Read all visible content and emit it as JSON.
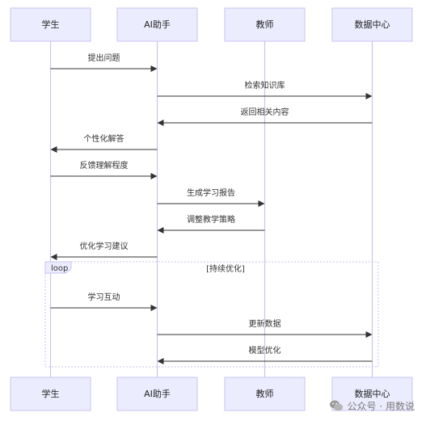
{
  "diagram": {
    "actors": [
      {
        "id": "student",
        "label": "学生"
      },
      {
        "id": "ai",
        "label": "AI助手"
      },
      {
        "id": "teacher",
        "label": "教师"
      },
      {
        "id": "data",
        "label": "数据中心"
      }
    ],
    "messages": [
      {
        "from": "student",
        "to": "ai",
        "label": "提出问题",
        "style": "solid"
      },
      {
        "from": "ai",
        "to": "data",
        "label": "检索知识库",
        "style": "solid"
      },
      {
        "from": "data",
        "to": "ai",
        "label": "返回相关内容",
        "style": "solid"
      },
      {
        "from": "ai",
        "to": "student",
        "label": "个性化解答",
        "style": "solid"
      },
      {
        "from": "student",
        "to": "ai",
        "label": "反馈理解程度",
        "style": "solid"
      },
      {
        "from": "ai",
        "to": "teacher",
        "label": "生成学习报告",
        "style": "solid"
      },
      {
        "from": "teacher",
        "to": "ai",
        "label": "调整教学策略",
        "style": "solid"
      },
      {
        "from": "ai",
        "to": "student",
        "label": "优化学习建议",
        "style": "solid"
      },
      {
        "from": "student",
        "to": "ai",
        "label": "学习互动",
        "style": "solid"
      },
      {
        "from": "ai",
        "to": "data",
        "label": "更新数据",
        "style": "solid"
      },
      {
        "from": "data",
        "to": "ai",
        "label": "模型优化",
        "style": "solid"
      }
    ],
    "loop": {
      "tag": "loop",
      "condition": "[持续优化]"
    }
  },
  "watermark": {
    "text": "公众号 · 用数说",
    "icon": "wechat-icon"
  },
  "colors": {
    "actor_fill": "#ececff",
    "actor_stroke": "#c7c4ef",
    "lifeline": "#c9c4ef",
    "arrow": "#333333"
  }
}
